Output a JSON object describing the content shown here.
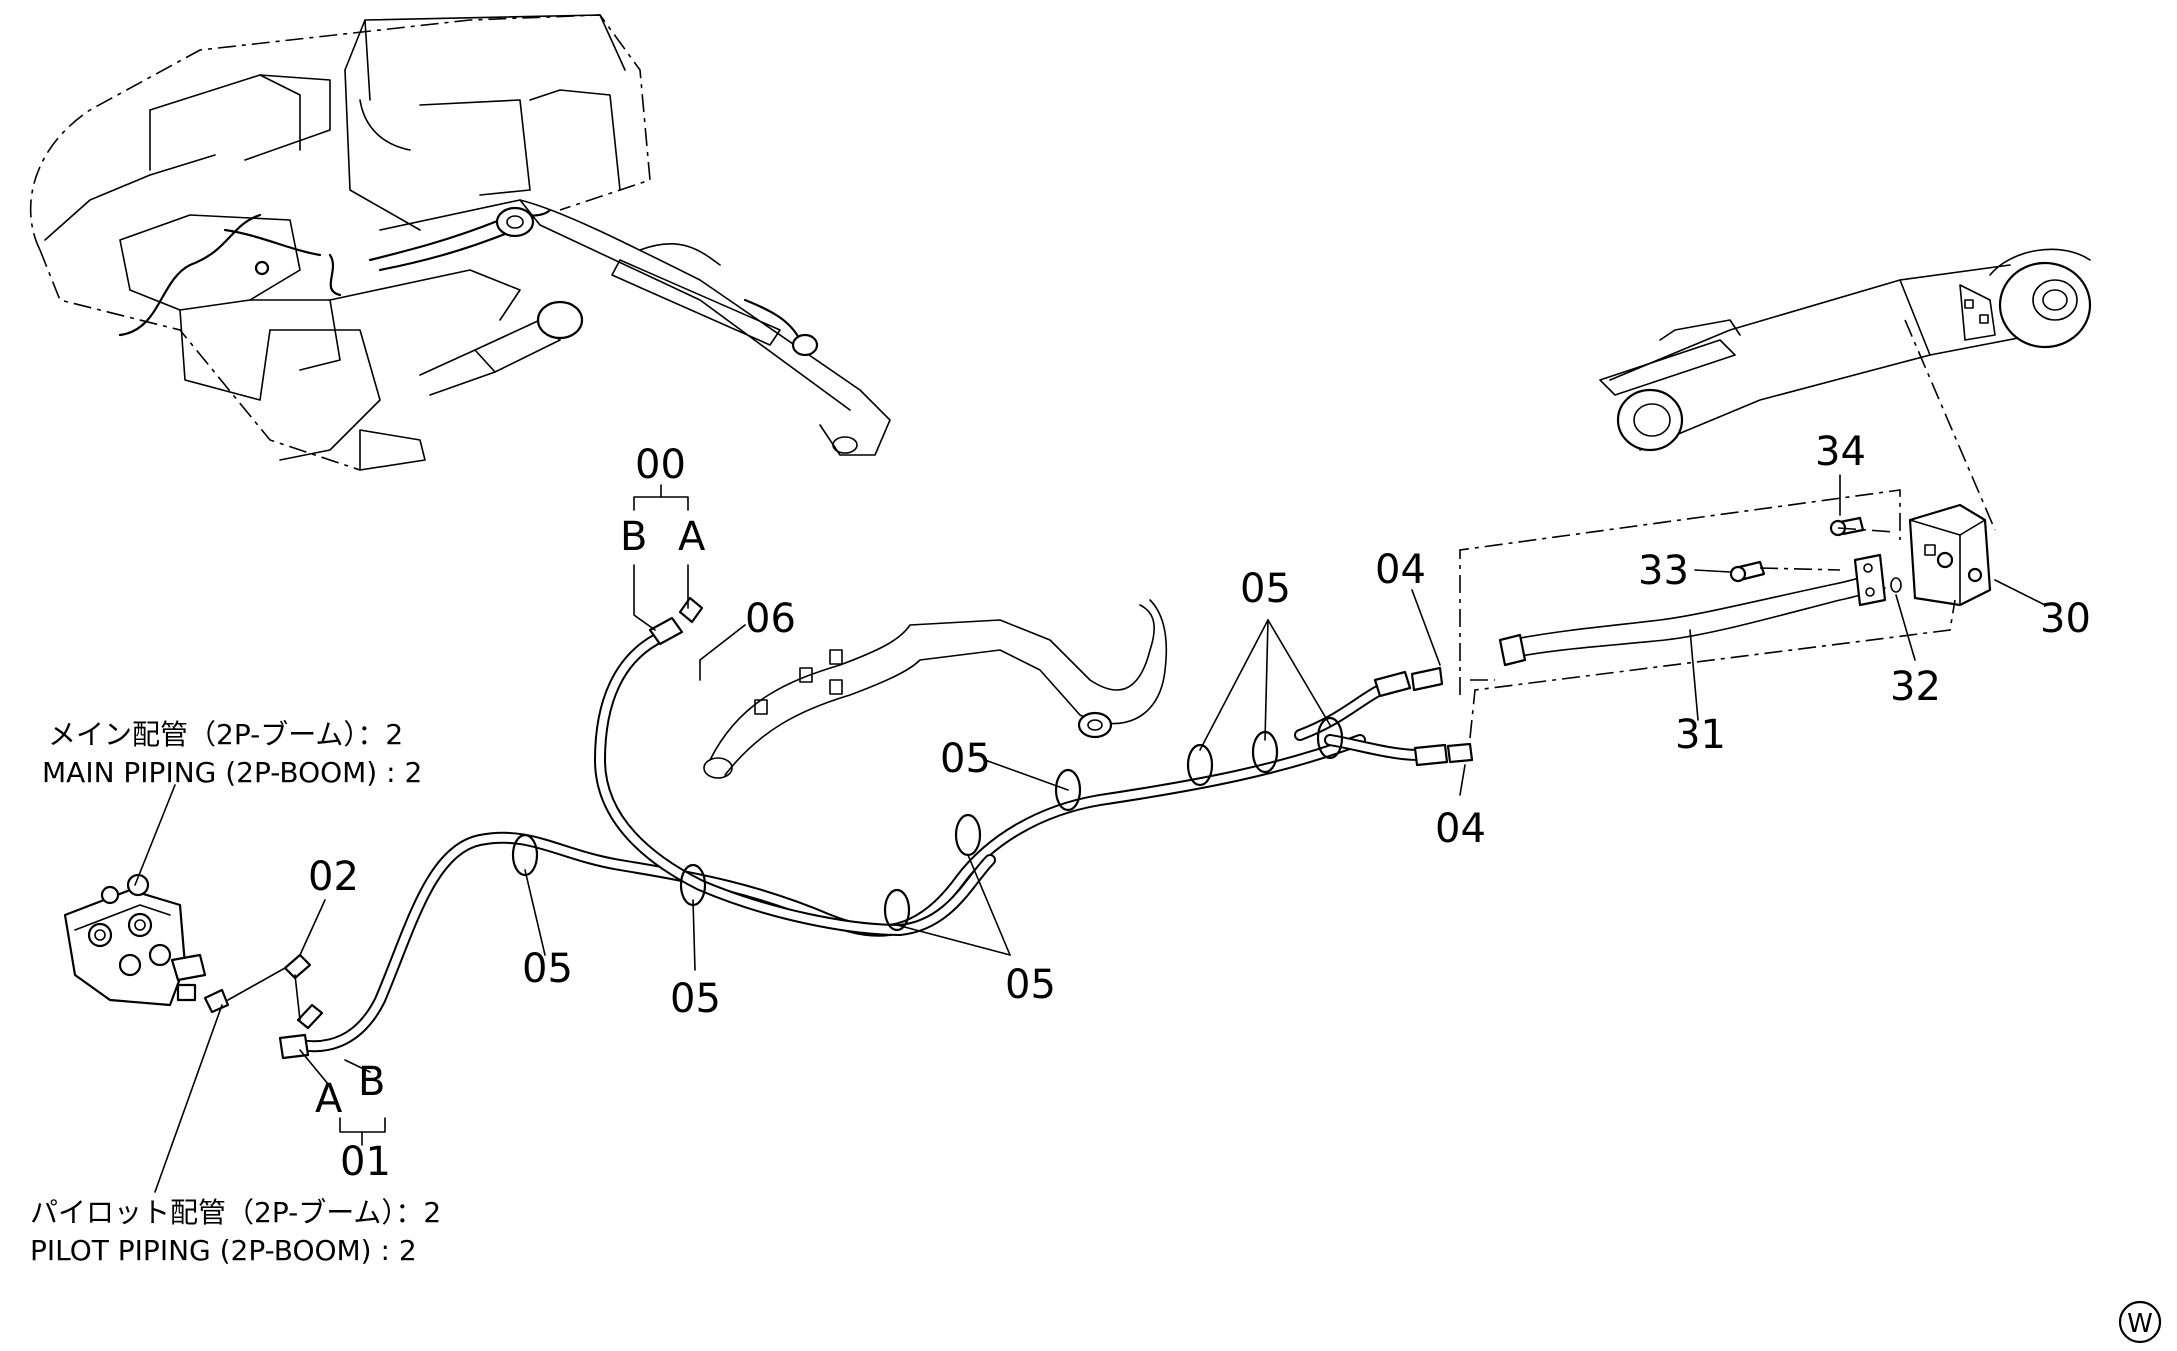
{
  "callouts": {
    "c00": "00",
    "c00_b": "B",
    "c00_a": "A",
    "c06": "06",
    "c02": "02",
    "c01": "01",
    "c01_a": "A",
    "c01_b": "B",
    "c05_a": "05",
    "c05_b": "05",
    "c05_c": "05",
    "c05_d": "05",
    "c05_e": "05",
    "c04_top": "04",
    "c04_bottom": "04",
    "c34": "34",
    "c33": "33",
    "c30": "30",
    "c32": "32",
    "c31": "31"
  },
  "notes": {
    "main_piping_jp": "メイン配管（2P-ブーム）：2",
    "main_piping_en": "MAIN PIPING (2P-BOOM) : 2",
    "pilot_piping_jp": "パイロット配管（2P-ブーム）：2",
    "pilot_piping_en": "PILOT PIPING (2P-BOOM) : 2"
  },
  "badge": "W"
}
